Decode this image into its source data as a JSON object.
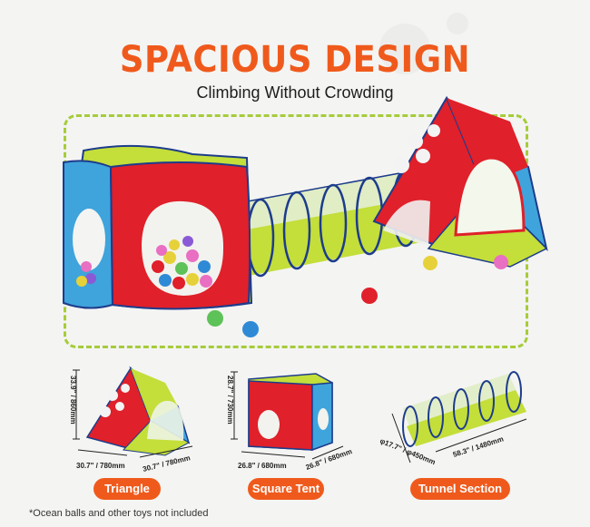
{
  "header": {
    "title": "SPACIOUS DESIGN",
    "subtitle": "Climbing Without Crowding"
  },
  "panels": {
    "triangle": {
      "label": "Triangle",
      "height": "33.9\" / 860mm",
      "width_left": "30.7\" / 780mm",
      "width_right": "30.7\" / 780mm"
    },
    "square": {
      "label": "Square Tent",
      "height": "28.7\" / 730mm",
      "width_left": "26.8\" / 680mm",
      "width_right": "26.8\" / 680mm"
    },
    "tunnel": {
      "label": "Tunnel Section",
      "diameter": "φ17.7\" / φ450mm",
      "length": "58.3\" / 1480mm"
    }
  },
  "footnote": "*Ocean balls and other toys not included",
  "colors": {
    "accent": "#ef5a1c",
    "lime": "#c8e23a",
    "red": "#e0202a",
    "blue": "#3fa4dc",
    "navy": "#1d3c8c"
  }
}
